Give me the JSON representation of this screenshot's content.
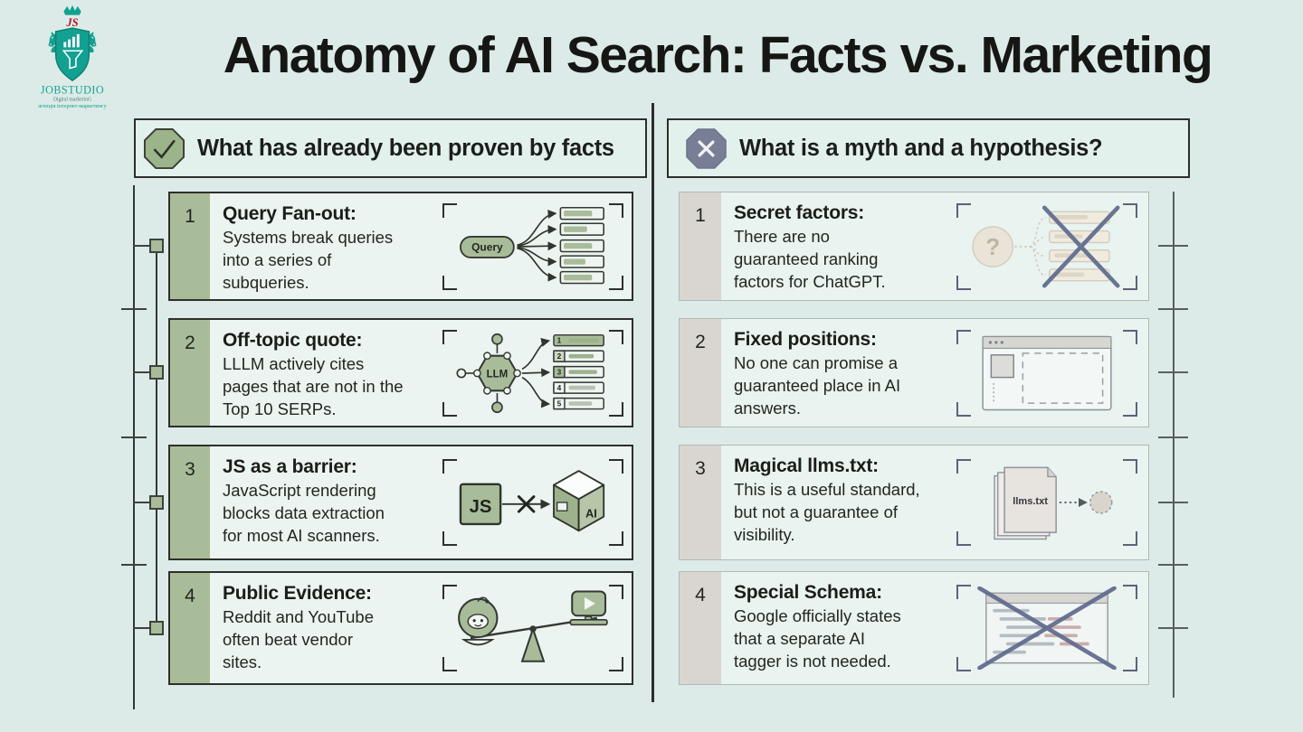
{
  "background": "#dcebe7",
  "title": "Anatomy of AI Search: Facts vs. Marketing",
  "logo": {
    "monogram": "JS",
    "brand": "JOBSTUDIO",
    "subtitle": "Digital marketinG",
    "tagline": "агенція інтернет-маркетингу",
    "horse_glyph": "♞"
  },
  "colors": {
    "facts_accent": "#a9bc9a",
    "myths_accent": "#d9d6d1",
    "check_octagon": "#9cb489",
    "cross_octagon": "#787e95",
    "cross_stroke": "#5f6a8c",
    "brand_teal": "#12a191",
    "monogram_red": "#b3122e",
    "ink": "#22241f"
  },
  "facts_column": {
    "header": "What has already been proven by facts",
    "icon": "check-octagon-icon",
    "cards": [
      {
        "number": "1",
        "title": "Query Fan-out:",
        "body": "Systems break queries\ninto a series of\nsubqueries.",
        "illustration": {
          "name": "query-fanout",
          "query_label": "Query"
        }
      },
      {
        "number": "2",
        "title": "Off-topic quote:",
        "body": "LLLM actively cites\npages that are not in the\nTop 10 SERPs.",
        "illustration": {
          "name": "llm-serp-list",
          "llm_label": "LLM",
          "serp_numbers": [
            "1",
            "2",
            "3",
            "4",
            "5"
          ]
        }
      },
      {
        "number": "3",
        "title": "JS as a barrier:",
        "body": "JavaScript rendering\nblocks data extraction\nfor most AI scanners.",
        "illustration": {
          "name": "js-blocks-ai",
          "js_label": "JS",
          "ai_label": "AI"
        }
      },
      {
        "number": "4",
        "title": "Public Evidence:",
        "body": "Reddit and YouTube\noften beat vendor\nsites.",
        "illustration": {
          "name": "reddit-youtube-scale"
        }
      }
    ]
  },
  "myths_column": {
    "header": "What is a myth and a hypothesis?",
    "icon": "cross-octagon-icon",
    "cards": [
      {
        "number": "1",
        "title": "Secret factors:",
        "body": "There are no\nguaranteed ranking\nfactors for ChatGPT.",
        "illustration": {
          "name": "question-list-crossed",
          "question_label": "?"
        }
      },
      {
        "number": "2",
        "title": "Fixed positions:",
        "body": "No one can promise a\nguaranteed place in AI\nanswers.",
        "illustration": {
          "name": "browser-placeholder"
        }
      },
      {
        "number": "3",
        "title": "Magical llms.txt:",
        "body": "This is a useful standard,\nbut not a guarantee of\nvisibility.",
        "illustration": {
          "name": "llms-txt-stack",
          "file_label": "llms.txt"
        }
      },
      {
        "number": "4",
        "title": "Special Schema:",
        "body": "Google officially states\nthat a separate AI\ntagger is not needed.",
        "illustration": {
          "name": "schema-code-crossed"
        }
      }
    ]
  }
}
